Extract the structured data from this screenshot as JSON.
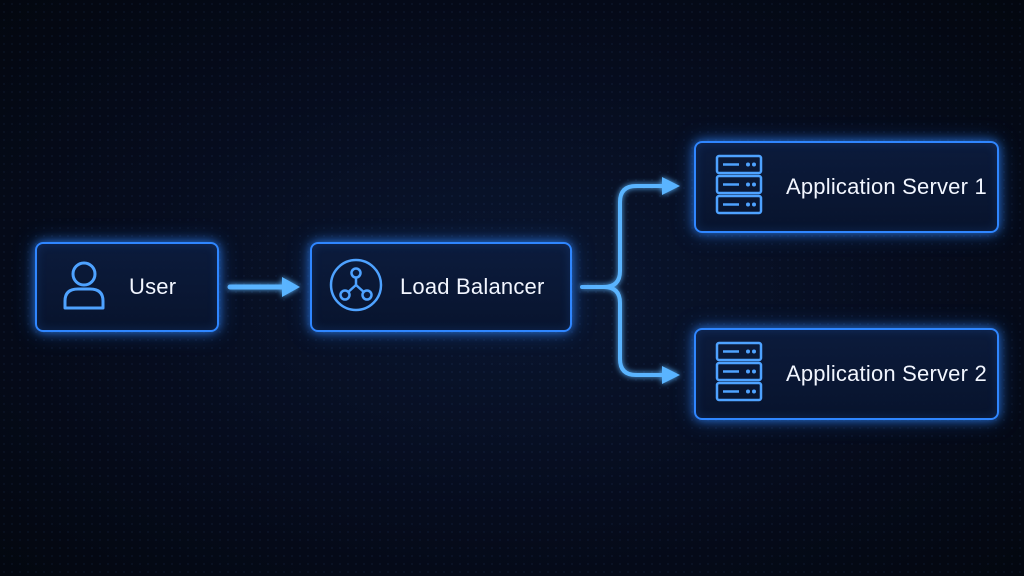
{
  "nodes": {
    "user": {
      "label": "User",
      "icon": "user-icon"
    },
    "load_balancer": {
      "label": "Load Balancer",
      "icon": "network-hub-icon"
    },
    "server_1": {
      "label": "Application Server 1",
      "icon": "server-rack-icon"
    },
    "server_2": {
      "label": "Application Server 2",
      "icon": "server-rack-icon"
    }
  },
  "edges": [
    {
      "from": "User",
      "to": "Load Balancer"
    },
    {
      "from": "Load Balancer",
      "to": "Application Server 1"
    },
    {
      "from": "Load Balancer",
      "to": "Application Server 2"
    }
  ],
  "colors": {
    "accent": "#2f86ff",
    "accent_light": "#5ab4ff",
    "background": "#060c1d",
    "text": "#f2f6ff"
  }
}
